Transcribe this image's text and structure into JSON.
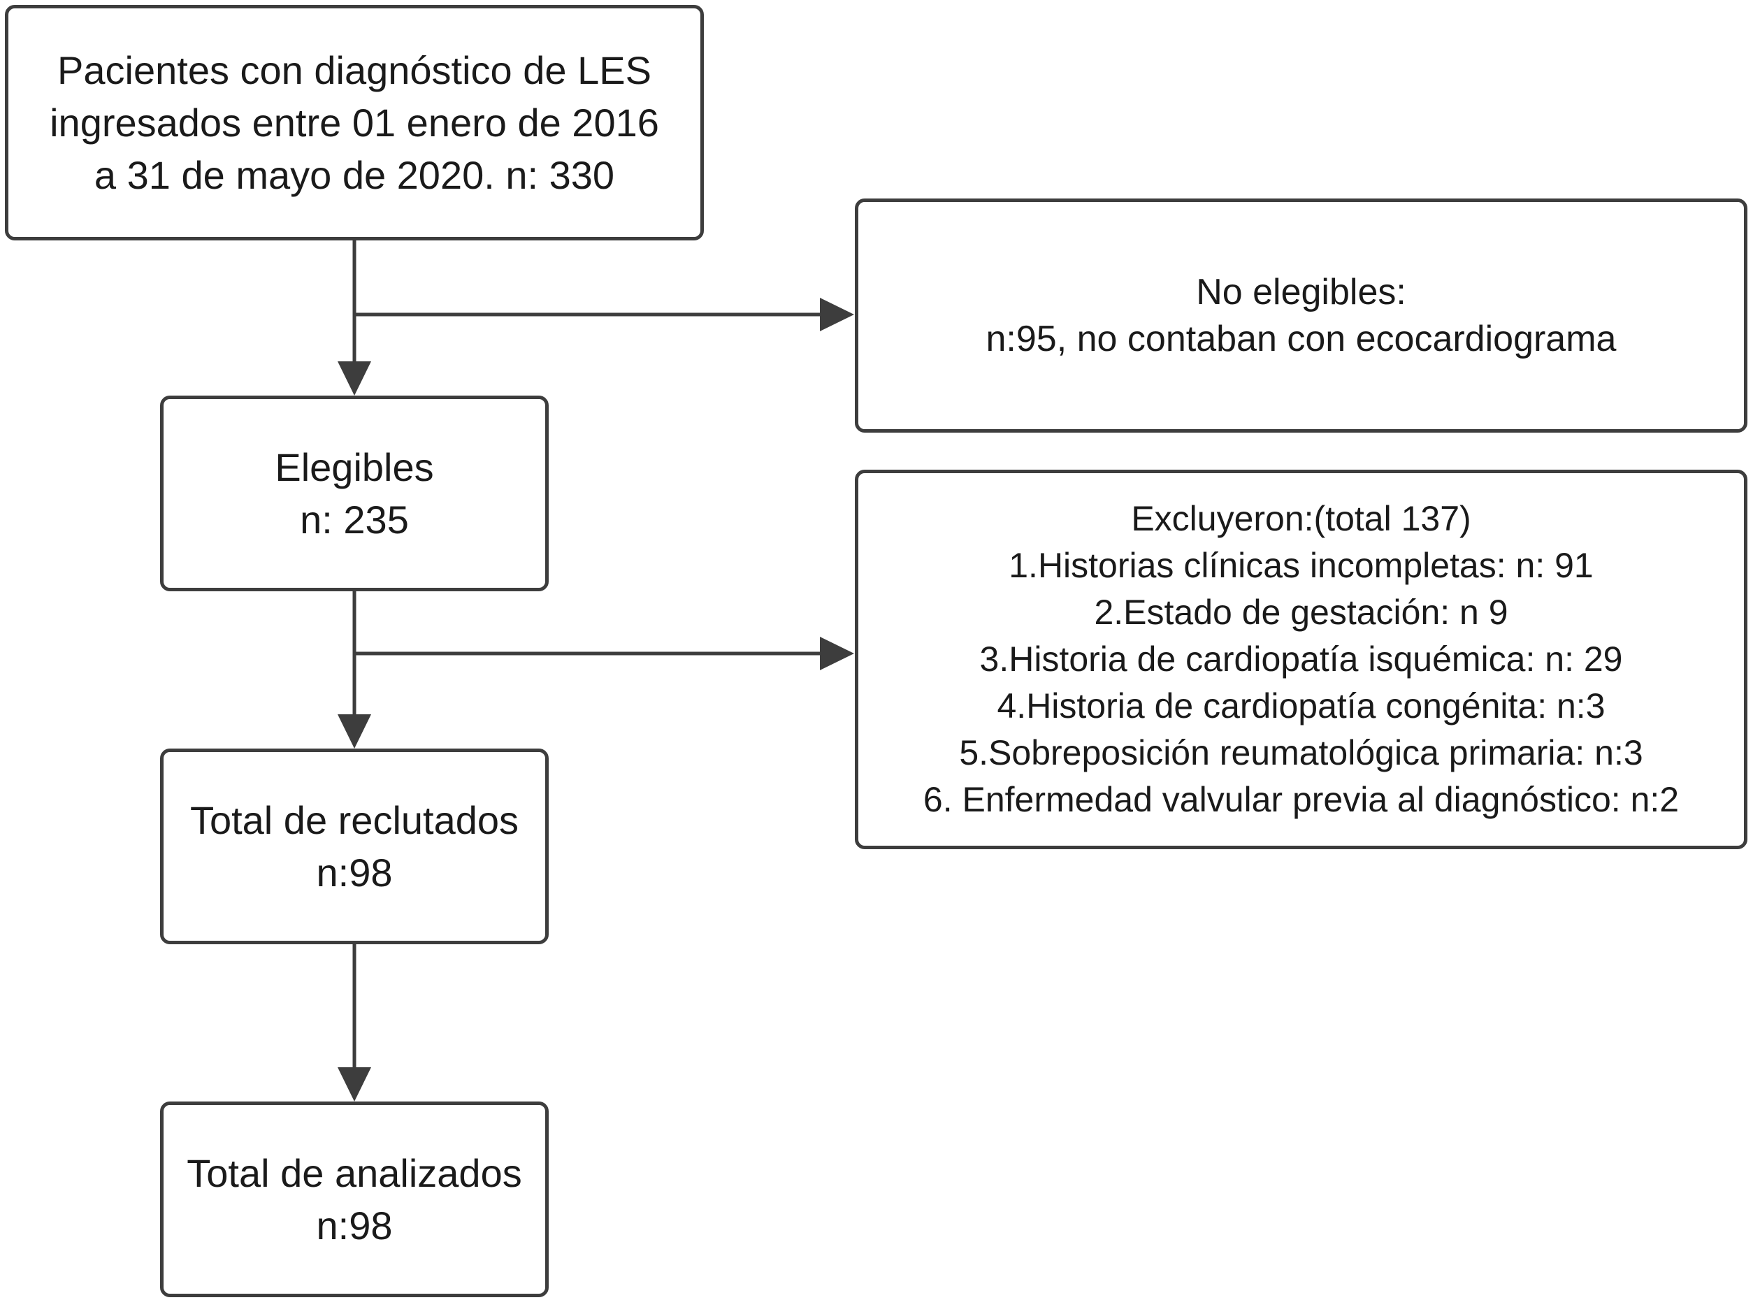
{
  "flow": {
    "initial": {
      "lines": [
        "Pacientes con diagnóstico de LES",
        "ingresados entre 01 enero de 2016",
        "a 31 de mayo de 2020. n: 330"
      ]
    },
    "not_eligible": {
      "lines": [
        "No elegibles:",
        "n:95, no contaban con ecocardiograma"
      ]
    },
    "eligible": {
      "lines": [
        "Elegibles",
        "n: 235"
      ]
    },
    "excluded": {
      "title": "Excluyeron:(total 137)",
      "items": [
        "1.Historias clínicas incompletas: n: 91",
        "2.Estado de gestación: n 9",
        "3.Historia de cardiopatía isquémica: n: 29",
        "4.Historia de cardiopatía congénita: n:3",
        "5.Sobreposición reumatológica primaria: n:3",
        "6. Enfermedad valvular previa al diagnóstico: n:2"
      ]
    },
    "recruited": {
      "lines": [
        "Total de reclutados",
        "n:98"
      ]
    },
    "analyzed": {
      "lines": [
        "Total de analizados",
        "n:98"
      ]
    }
  },
  "colors": {
    "stroke": "#3d3d3d",
    "text": "#1a1a1a",
    "background": "#ffffff"
  }
}
